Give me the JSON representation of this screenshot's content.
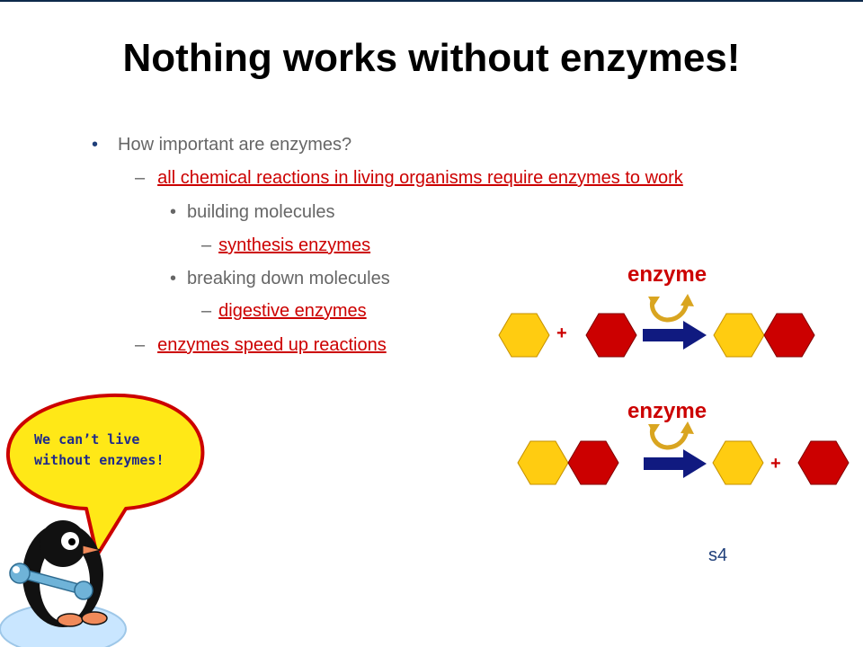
{
  "title": "Nothing works without enzymes!",
  "bullets": {
    "l1": "How important are enzymes?",
    "l2a": "all chemical reactions in living organisms require enzymes to work",
    "l3a": "building molecules",
    "l4a": "synthesis enzymes",
    "l3b": "breaking down molecules",
    "l4b": "digestive enzymes",
    "l2b": "enzymes speed up reactions"
  },
  "diagram": {
    "enzyme_label_top": "enzyme",
    "enzyme_label_bottom": "enzyme",
    "plus": "+",
    "colors": {
      "yellow": "#ffcc11",
      "red": "#cc0000",
      "arrow": "#101a80",
      "curve": "#d9a520"
    }
  },
  "speech_bubble": {
    "line1": "We can’t live",
    "line2": "without enzymes!"
  },
  "slide_number": "s4"
}
